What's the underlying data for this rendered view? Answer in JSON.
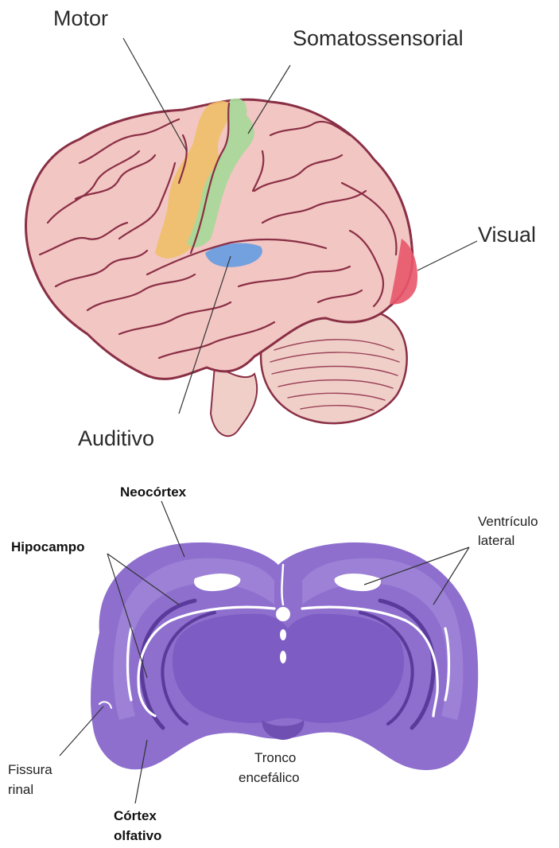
{
  "lateral_view": {
    "labels": {
      "motor": "Motor",
      "somatosensory": "Somatossensorial",
      "visual": "Visual",
      "auditory": "Auditivo"
    },
    "colors": {
      "brain": "#f2c6c3",
      "outline": "#8a2f45",
      "motor": "#f0bf6b",
      "somatosensory": "#a9d89a",
      "visual": "#e8566a",
      "auditory": "#6c9ee0"
    }
  },
  "coronal_section": {
    "labels": {
      "neocortex": "Neocórtex",
      "hippocampus": "Hipocampo",
      "lateral_ventricle_line1": "Ventrículo",
      "lateral_ventricle_line2": "lateral",
      "rhinal_fissure_line1": "Fissura",
      "rhinal_fissure_line2": "rinal",
      "brainstem_line1": "Tronco",
      "brainstem_line2": "encefálico",
      "olfactory_cortex_line1": "Córtex",
      "olfactory_cortex_line2": "olfativo"
    },
    "colors": {
      "tissue": "#8e6fce",
      "tissue_dark": "#6f4fb2",
      "tissue_light": "#a890dc"
    }
  }
}
